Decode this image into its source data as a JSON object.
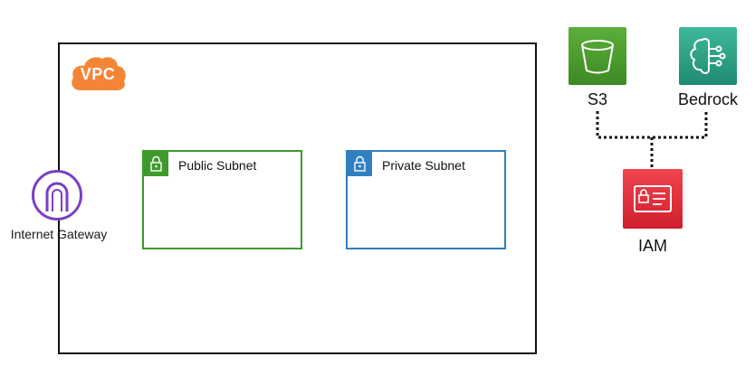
{
  "vpc": {
    "badge_label": "VPC"
  },
  "subnets": {
    "public": {
      "label": "Public Subnet",
      "color": "#3f9a2c"
    },
    "private": {
      "label": "Private Subnet",
      "color": "#2f7fc1"
    }
  },
  "internet_gateway": {
    "label": "Internet Gateway",
    "color": "#7b3fc4"
  },
  "services": {
    "s3": {
      "label": "S3",
      "color": "#3d8a23",
      "icon": "bucket-icon"
    },
    "bedrock": {
      "label": "Bedrock",
      "color": "#1f8b73",
      "icon": "brain-circuit-icon"
    },
    "iam": {
      "label": "IAM",
      "color": "#cf1f2e",
      "icon": "id-card-lock-icon"
    }
  },
  "vpc_badge_color": "#f58536"
}
